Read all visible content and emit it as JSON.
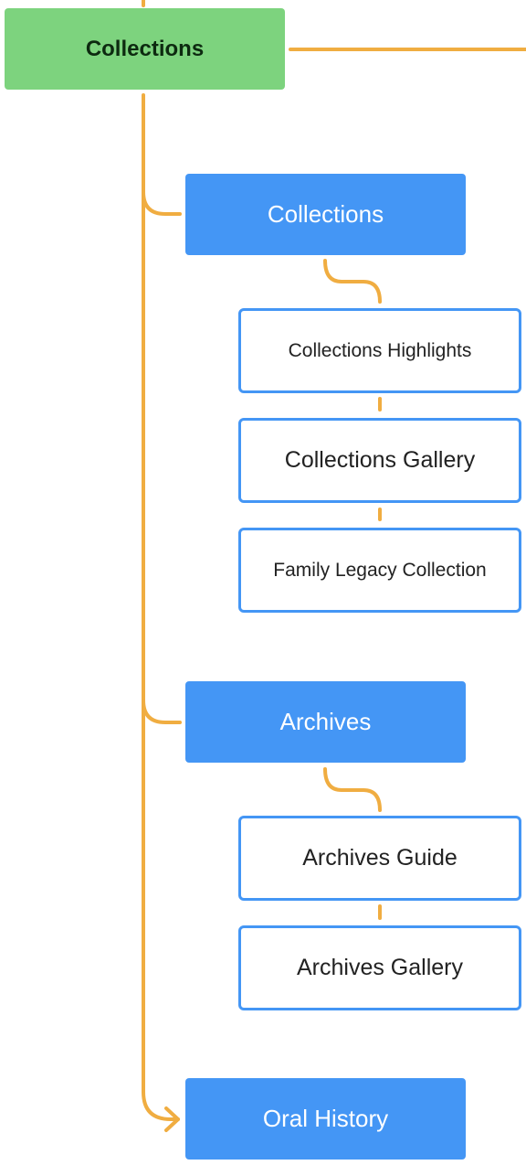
{
  "colors": {
    "connector": "#f0ad41",
    "root_fill": "#7dd37e",
    "section_fill": "#4496f5",
    "leaf_border": "#4496f5"
  },
  "root": {
    "label": "Collections"
  },
  "sections": [
    {
      "label": "Collections",
      "children": [
        {
          "label": "Collections Highlights"
        },
        {
          "label": "Collections Gallery"
        },
        {
          "label": "Family Legacy Collection"
        }
      ]
    },
    {
      "label": "Archives",
      "children": [
        {
          "label": "Archives Guide"
        },
        {
          "label": "Archives Gallery"
        }
      ]
    },
    {
      "label": "Oral History",
      "children": []
    }
  ]
}
